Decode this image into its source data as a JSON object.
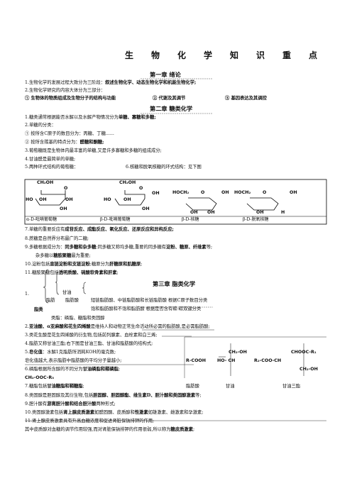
{
  "title": "生物化学知识重点",
  "ch1": {
    "heading": "第一章    绪论",
    "l1": "1.生物化学的发展过程大致分为三阶段：",
    "l1b": "叙述生物化学、动态生物化学和机能生物化学;",
    "l2": "2.生物化学研究的内容大体分为三部分：",
    "p1": "①  生物体的物质组成及生物分子的结构与功能",
    "p2": "②  代谢及其调节",
    "p3": "③  基因表达及其调控"
  },
  "ch2": {
    "heading": "第二章    糖类化学",
    "l1a": "1.糖类通常根据能否水解以及水解产物情况分为",
    "l1b": "单糖、寡糖和多糖;",
    "l2": "2.单糖的分类：",
    "l3": "①  按所含C原子的数目分为：丙糖、丁糖......",
    "l4a": "②  按所含羰基的特点分为：",
    "l4b": "醛糖和酮糖;",
    "l5": "3.葡萄糖既是生物体内最丰富的单糖,又是许多寡糖和多糖的组成成分;",
    "l6": "4.甘油醛是最简单的单糖;",
    "l7": "5.两种环式结构的葡萄糖：",
    "l8": "6.核糖和脱氧核糖的环式结构：见下图",
    "struct": {
      "ch2oh": "CH₂OH",
      "o": "O",
      "oh": "OH",
      "ho": "HO",
      "hoch2": "HOCH₂",
      "h": "H",
      "cap1": "α-D-吡喃葡萄糖",
      "cap2": "β-D-吡喃葡萄糖",
      "cap3": "β-D-核糖",
      "cap4": "β-D-脱氧核糖"
    },
    "l9a": "7.单糖的重要反应有",
    "l9b": "成苷反应、成酯反应、氧化反应、还原反应和异构反应;",
    "l10": "8.蔗糖是自然界分布最广的二糖;",
    "l11a": "9.多糖根据成分为：",
    "l11b": "同多糖和杂多糖",
    "l11c": ";同多糖又称均多糖,重要的同多糖有",
    "l11d": "淀粉、糖原、纤维素",
    "l11e": "等;",
    "l12a": "杂多糖以",
    "l12b": "糖胺聚糖",
    "l12c": "最为重要;",
    "l13a": "10.淀粉包括",
    "l13b": "直链淀粉和支链淀粉",
    "l13c": ";糖原分为",
    "l13d": "肝糖原和肌糖原",
    "l13e": ";",
    "l14a": "11.糖胺聚糖包括",
    "l14b": "透明质酸、硫酸软骨素和肝素",
    "l14c": ";"
  },
  "ch3": {
    "heading": "第三章    脂类化学",
    "n1": "1.",
    "t_glycerol": "甘油",
    "t_fat": "脂肪",
    "t_fa": "脂肪酸",
    "t_fa1": "短链脂肪酸、中链脂肪酸和长链脂肪酸   根据C原子数目分类",
    "t_fa2": "饱和脂肪酸和不饱和脂肪酸   根据是否含有碳-碳双键分类",
    "t_lipid": "脂类",
    "t_lipoid": "类脂：磷脂、糖脂和类固醇",
    "l2a": "2.",
    "l2b": "亚油酸、α亚麻酸和花生四烯酸",
    "l2c": "是维持人和动物正常生命活动所必需的脂肪酸,是必需脂肪酸;",
    "l3": "3.类花生酸是花生四烯酸的衍生物,包括前列腺素、血栓素和白三烯;",
    "l4": "4.脂肪又称甘油三酯;右下图是甘油三酯、甘油和脂肪酸的结构式;",
    "l5a": "5.",
    "l5b": "皂化值",
    "l5c": "：水解1克脂肪所消耗KOH的毫克数;",
    "l5d": "皂化值越大,表示脂肪中脂肪酸的平均分子量越小;",
    "l6a": "6.磷脂根据所含醇的不同分为",
    "l6b": "甘油磷脂和鞘磷脂",
    "l6c": ";",
    "l7a": "7.糖脂包括",
    "l7b": "甘油糖脂和鞘糖脂",
    "l7c": ";",
    "l8a": "8.类固醇是胆固醇及其衍生物,包括",
    "l8b": "胆固醇、胆固醇酯、维生素D、胆汁酸和类固醇激素",
    "l8c": "等;",
    "l9a": "9.胆汁酸有",
    "l9b": "游离胆汁酸和结合胆汁酸",
    "l9c": "两种形式;",
    "l10a": "10.类固醇激素包括",
    "l10b": "肾上腺皮质激素",
    "l10c": "如醛固酮、皮质醇和",
    "l10d": "性激素",
    "l10e": "如雄激素、雌激素和孕激素;",
    "l11": "11.肾上腺皮质激素具有升高血糖浓度和促进肾脏保钠排钾的作用;",
    "l12a": "其中皮质醇对血糖的调节作用较强,而对肾脏保钠排钾的作用很弱,所以称为",
    "l12b": "糖皮质激素",
    "l12c": ";",
    "f_ch2oh": "CH₂-OH",
    "f_chooc": "CHOOC-R₁",
    "f_rcooh": "R-COOH",
    "f_hoch": "HO- CH",
    "f_r2": "R₂-COO-CH",
    "f_ch2oh2": "CH₂-OH",
    "f_ch2ocor": "CH₂-OOC-R₃",
    "f_cap1": "脂肪酸",
    "f_cap2": "甘油",
    "f_cap3": "甘油三酯"
  }
}
